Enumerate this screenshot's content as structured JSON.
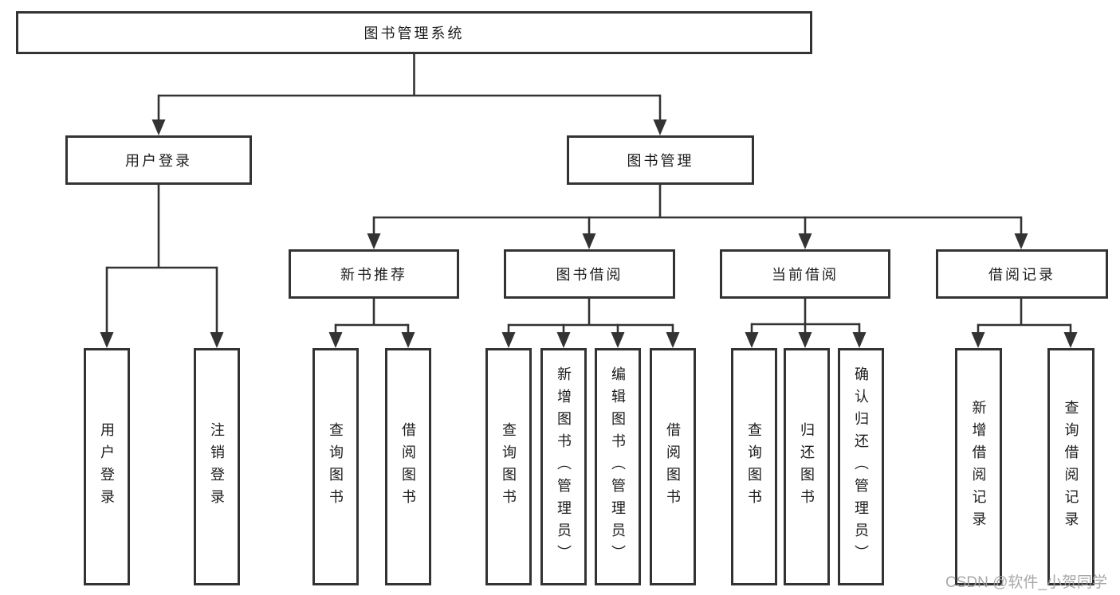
{
  "tree": {
    "root": "图书管理系统",
    "children": [
      {
        "label": "用户登录",
        "children": [
          {
            "label": "用户登录"
          },
          {
            "label": "注销登录"
          }
        ]
      },
      {
        "label": "图书管理",
        "children": [
          {
            "label": "新书推荐",
            "children": [
              {
                "label": "查询图书"
              },
              {
                "label": "借阅图书"
              }
            ]
          },
          {
            "label": "图书借阅",
            "children": [
              {
                "label": "查询图书"
              },
              {
                "label": "新增图书（管理员）"
              },
              {
                "label": "编辑图书（管理员）"
              },
              {
                "label": "借阅图书"
              }
            ]
          },
          {
            "label": "当前借阅",
            "children": [
              {
                "label": "查询图书"
              },
              {
                "label": "归还图书"
              },
              {
                "label": "确认归还（管理员）"
              }
            ]
          },
          {
            "label": "借阅记录",
            "children": [
              {
                "label": "新增借阅记录"
              },
              {
                "label": "查询借阅记录"
              }
            ]
          }
        ]
      }
    ]
  },
  "watermark": "CSDN @软件_小贺同学",
  "colors": {
    "line": "#333333",
    "text": "#1c1c1c",
    "background": "#ffffff",
    "watermark": "#9e9e9e"
  }
}
